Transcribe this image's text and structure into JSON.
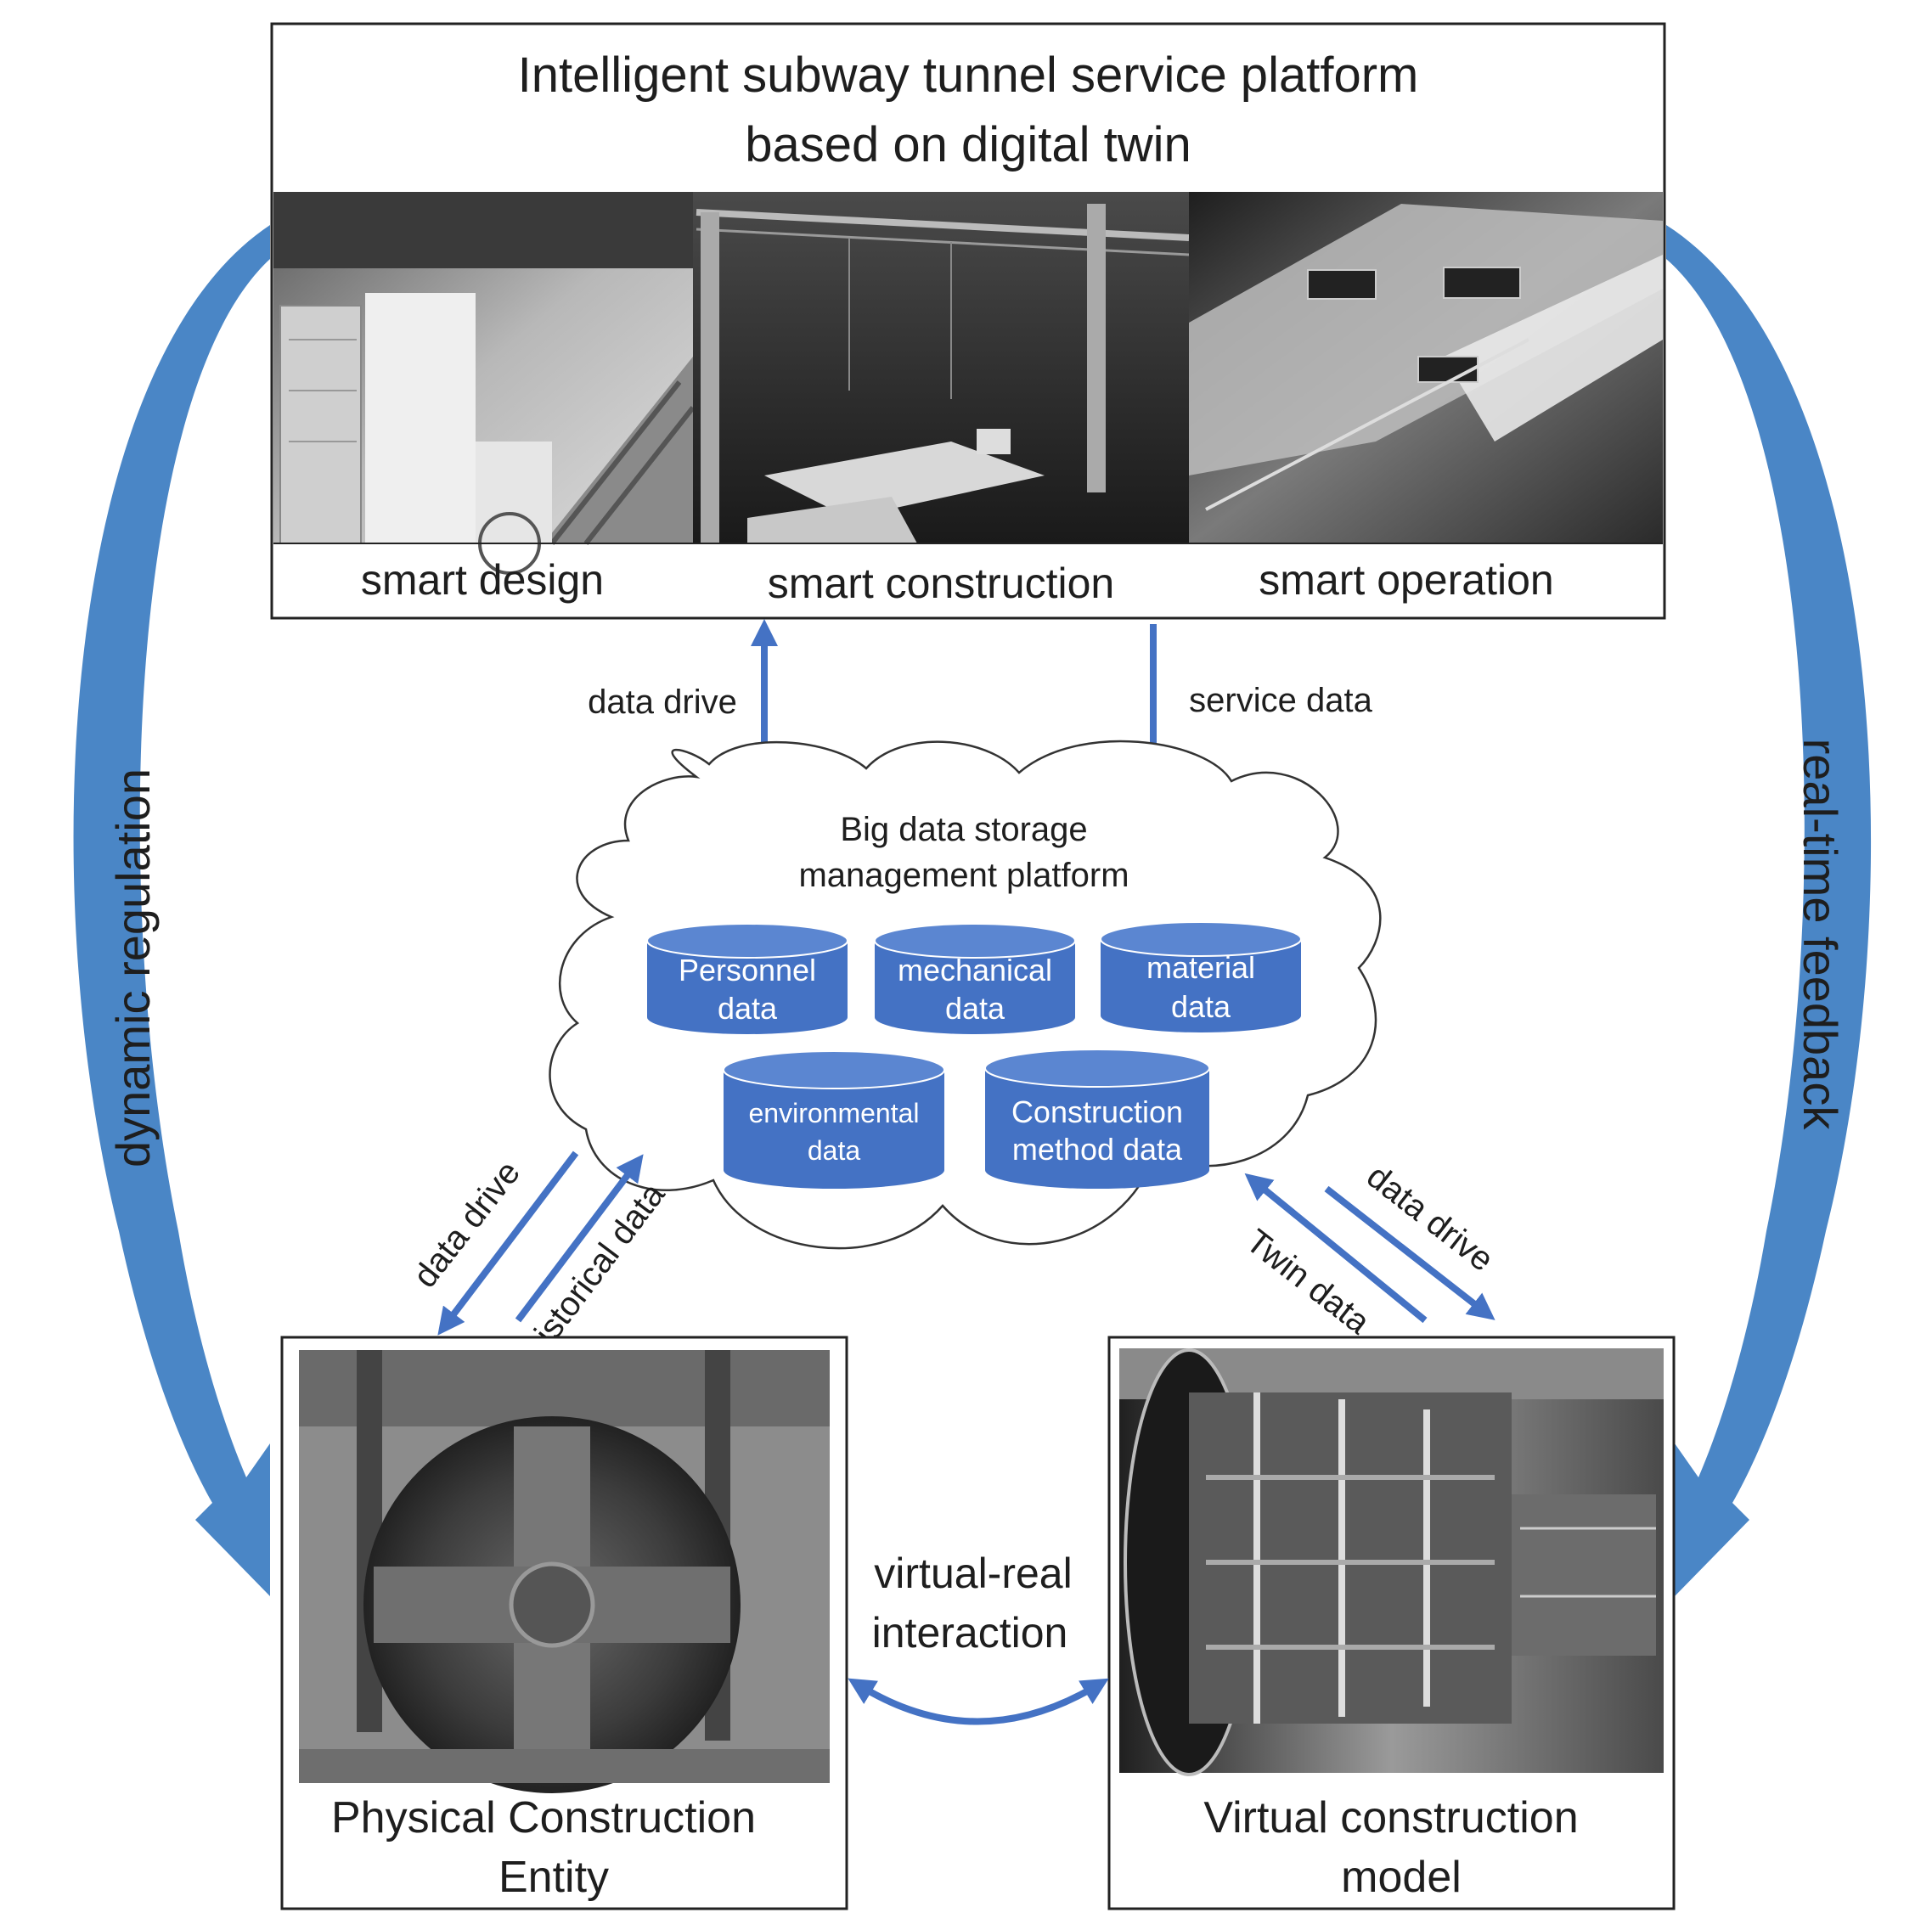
{
  "platform": {
    "title_line1": "Intelligent  subway  tunnel  service  platform",
    "title_line2": "based on digital  twin",
    "captions": [
      "smart design",
      "smart construction",
      "smart operation"
    ]
  },
  "flows": {
    "data_drive_up": "data drive",
    "service_data": "service data",
    "dynamic_regulation": "dynamic regulation",
    "realtime_feedback": "real-time feedback",
    "data_drive_left": "data drive",
    "historical_data": "historical data",
    "twin_data": "Twin data",
    "data_drive_right": "data drive",
    "virtual_real_line1": "virtual-real",
    "virtual_real_line2": "interaction"
  },
  "cloud": {
    "title_line1": "Big data storage",
    "title_line2": "management platform",
    "databases": [
      {
        "line1": "Personnel",
        "line2": "data"
      },
      {
        "line1": "mechanical",
        "line2": "data"
      },
      {
        "line1": "material",
        "line2": "data"
      },
      {
        "line1": "environmental",
        "line2": "data"
      },
      {
        "line1": "Construction",
        "line2": "method data"
      }
    ]
  },
  "physical": {
    "line1": "Physical  Construction",
    "line2": "Entity"
  },
  "virtual": {
    "line1": "Virtual  construction",
    "line2": "model"
  },
  "colors": {
    "accent": "#4472c4",
    "db_fill": "#4472c4",
    "arc": "#4a86c6"
  }
}
